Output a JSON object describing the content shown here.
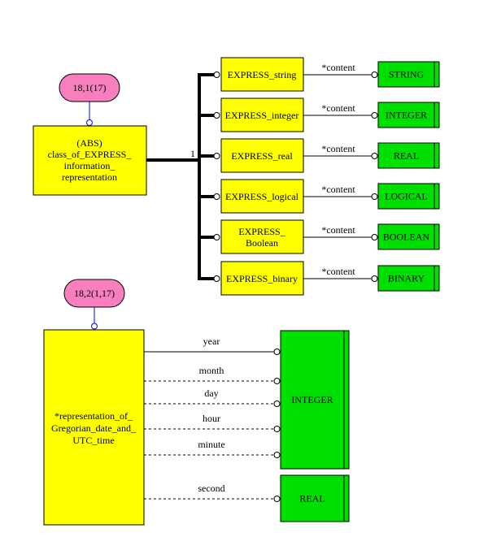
{
  "diagram": {
    "title": "EXPRESS-G diagram",
    "colors": {
      "entity_fill": "#ffff00",
      "type_fill": "#00e000",
      "pageref_fill": "#f77fbe",
      "pageref_line": "#0000ff"
    },
    "section1": {
      "page_ref": "18,1(17)",
      "supertype": {
        "lines": [
          "(ABS)",
          "class_of_EXPRESS_",
          "information_",
          "representation"
        ]
      },
      "cardinality": "1",
      "subtypes": [
        {
          "lines": [
            "EXPRESS_string"
          ],
          "attribute": "*content",
          "type": "STRING"
        },
        {
          "lines": [
            "EXPRESS_integer"
          ],
          "attribute": "*content",
          "type": "INTEGER"
        },
        {
          "lines": [
            "EXPRESS_real"
          ],
          "attribute": "*content",
          "type": "REAL"
        },
        {
          "lines": [
            "EXPRESS_logical"
          ],
          "attribute": "*content",
          "type": "LOGICAL"
        },
        {
          "lines": [
            "EXPRESS_",
            "Boolean"
          ],
          "attribute": "*content",
          "type": "BOOLEAN"
        },
        {
          "lines": [
            "EXPRESS_binary"
          ],
          "attribute": "*content",
          "type": "BINARY"
        }
      ]
    },
    "section2": {
      "page_ref": "18,2(1,17)",
      "entity": {
        "lines": [
          "*representation_of_",
          "Gregorian_date_and_",
          "UTC_time"
        ]
      },
      "attributes": [
        {
          "name": "year",
          "optional": false,
          "type": "INTEGER"
        },
        {
          "name": "month",
          "optional": true,
          "type": "INTEGER"
        },
        {
          "name": "day",
          "optional": true,
          "type": "INTEGER"
        },
        {
          "name": "hour",
          "optional": true,
          "type": "INTEGER"
        },
        {
          "name": "minute",
          "optional": true,
          "type": "INTEGER"
        },
        {
          "name": "second",
          "optional": true,
          "type": "REAL"
        }
      ],
      "types": [
        "INTEGER",
        "REAL"
      ]
    }
  }
}
